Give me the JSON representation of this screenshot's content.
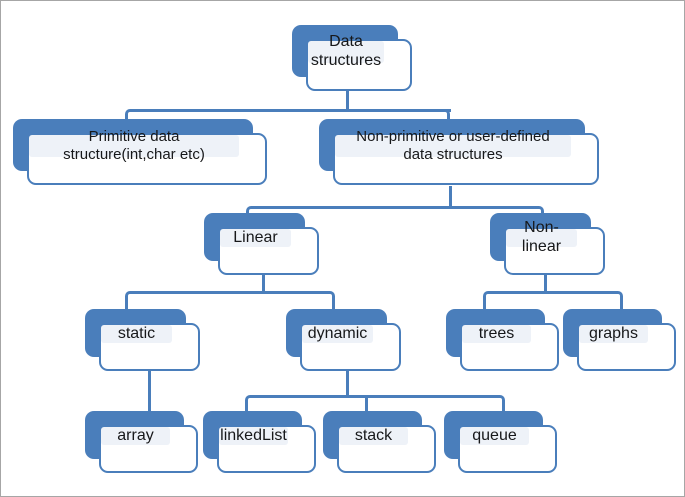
{
  "diagram": {
    "title": "Data structures hierarchy",
    "colors": {
      "connector": "#4a7ebb",
      "box_shadow": "#4a7ebb",
      "box_border": "#4a7ebb",
      "box_fill": "#eef2f8",
      "box_front": "#ffffff",
      "canvas": "#ffffff",
      "canvas_border": "#a6a6a6",
      "text": "#17181a"
    },
    "nodes": {
      "root": {
        "label": "Data\nstructures"
      },
      "primitive": {
        "label": "Primitive data\nstructure(int,char etc)"
      },
      "nonprimitive": {
        "label": "Non-primitive or user-defined\ndata structures"
      },
      "linear": {
        "label": "Linear"
      },
      "nonlinear": {
        "label": "Non-linear"
      },
      "static": {
        "label": "static"
      },
      "dynamic": {
        "label": "dynamic"
      },
      "trees": {
        "label": "trees"
      },
      "graphs": {
        "label": "graphs"
      },
      "array": {
        "label": "array"
      },
      "linkedlist": {
        "label": "linkedList"
      },
      "stack": {
        "label": "stack"
      },
      "queue": {
        "label": "queue"
      }
    },
    "edges": [
      {
        "from": "root",
        "to": "primitive"
      },
      {
        "from": "root",
        "to": "nonprimitive"
      },
      {
        "from": "nonprimitive",
        "to": "linear"
      },
      {
        "from": "nonprimitive",
        "to": "nonlinear"
      },
      {
        "from": "linear",
        "to": "static"
      },
      {
        "from": "linear",
        "to": "dynamic"
      },
      {
        "from": "nonlinear",
        "to": "trees"
      },
      {
        "from": "nonlinear",
        "to": "graphs"
      },
      {
        "from": "static",
        "to": "array"
      },
      {
        "from": "dynamic",
        "to": "linkedlist"
      },
      {
        "from": "dynamic",
        "to": "stack"
      },
      {
        "from": "dynamic",
        "to": "queue"
      }
    ]
  }
}
